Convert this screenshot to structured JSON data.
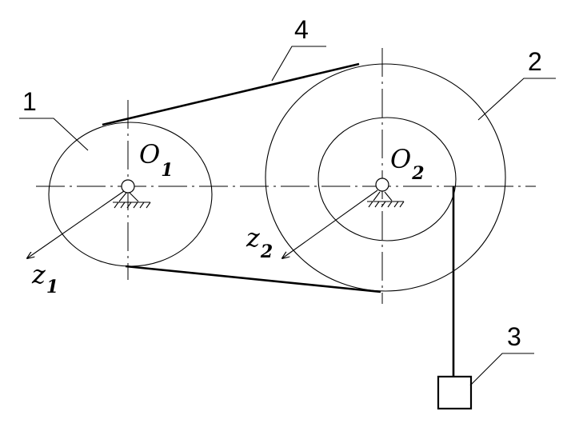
{
  "labels": {
    "pulley_small": "1",
    "pulley_large": "2",
    "weight": "3",
    "belt": "4",
    "center_1": {
      "letter": "O",
      "sub": "1"
    },
    "center_2": {
      "letter": "O",
      "sub": "2"
    },
    "axis_z1": {
      "letter": "z",
      "sub": "1"
    },
    "axis_z2": {
      "letter": "z",
      "sub": "2"
    }
  }
}
